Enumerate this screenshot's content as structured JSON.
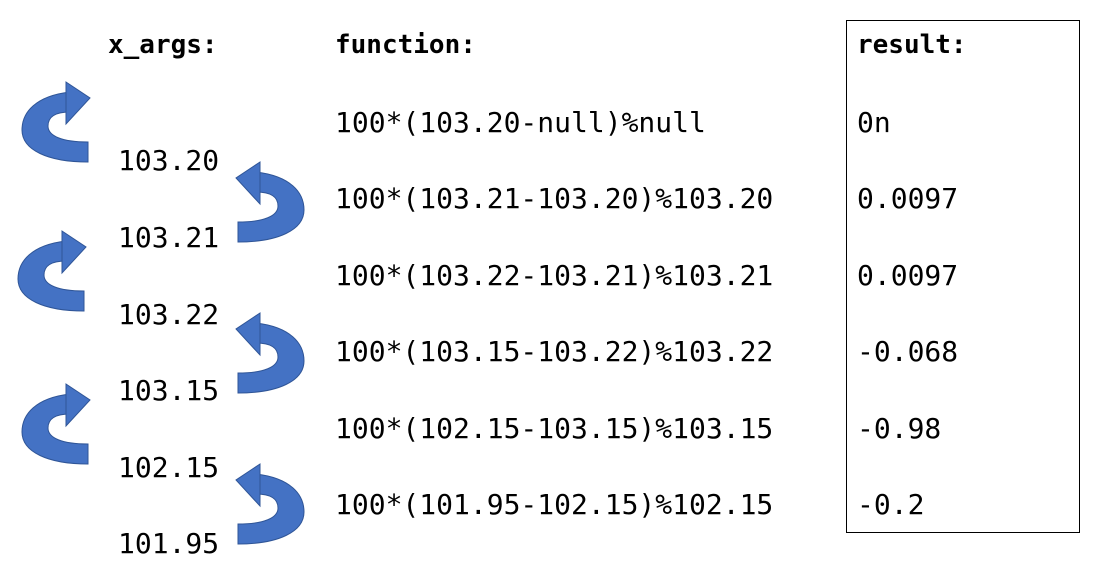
{
  "headers": {
    "x_args": "x_args:",
    "function": "function:",
    "result": "result:"
  },
  "x_args": [
    "103.20",
    "103.21",
    "103.22",
    "103.15",
    "102.15",
    "101.95"
  ],
  "functions": [
    "100*(103.20-null)%null",
    "100*(103.21-103.20)%103.20",
    "100*(103.22-103.21)%103.21",
    "100*(103.15-103.22)%103.22",
    "100*(102.15-103.15)%103.15",
    "100*(101.95-102.15)%102.15"
  ],
  "results": [
    "0n",
    "0.0097",
    "0.0097",
    "-0.068",
    "-0.98",
    "-0.2"
  ],
  "colors": {
    "arrow_fill": "#4472C4",
    "arrow_dark": "#2F5597",
    "text": "#000000",
    "box_border": "#000000"
  },
  "icons": {
    "left_arrow": "curved-arrow-right-icon",
    "right_arrow": "curved-arrow-left-icon"
  }
}
